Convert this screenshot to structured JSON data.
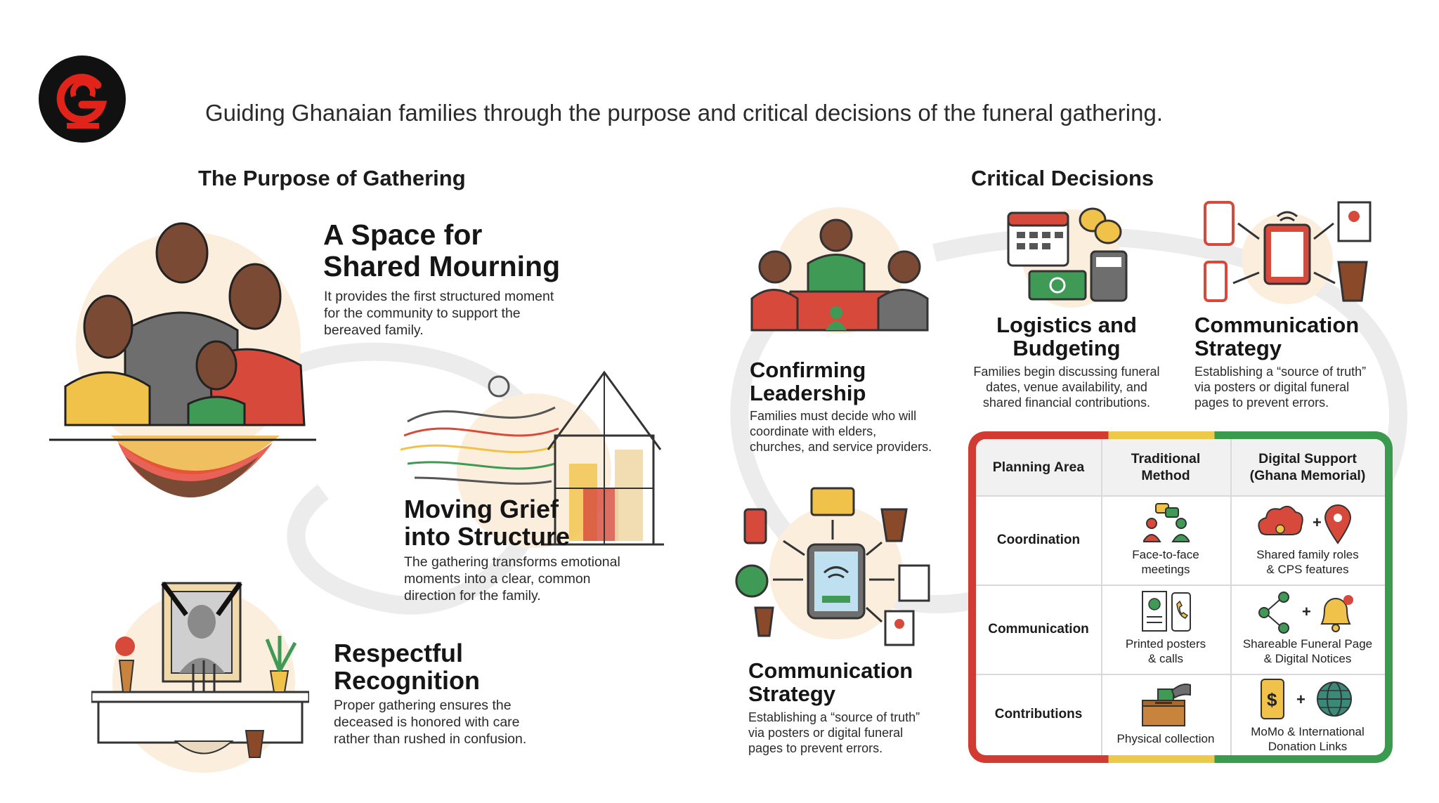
{
  "header": {
    "subtitle": "Guiding Ghanaian families through the purpose and critical decisions of the funeral gathering.",
    "logo_icon": "ghana-memorial-logo-icon"
  },
  "purpose": {
    "section_title": "The Purpose of Gathering",
    "items": [
      {
        "title_line1": "A Space for",
        "title_line2": "Shared Mourning",
        "desc_lines": [
          "It provides the first structured moment",
          "for the community to support the",
          "bereaved family."
        ],
        "icon": "family-embrace-icon"
      },
      {
        "title_line1": "Moving Grief",
        "title_line2": "into Structure",
        "desc_lines": [
          "The gathering transforms emotional",
          "moments into a clear, common",
          "direction for the family."
        ],
        "icon": "wind-to-house-icon"
      },
      {
        "title_line1": "Respectful",
        "title_line2": "Recognition",
        "desc_lines": [
          "Proper gathering ensures the",
          "deceased is honored with care",
          "rather than rushed in confusion."
        ],
        "icon": "memorial-altar-icon"
      }
    ]
  },
  "decisions": {
    "section_title": "Critical Decisions",
    "items": [
      {
        "title_line1": "Confirming",
        "title_line2": "Leadership",
        "desc_lines": [
          "Families must decide who will",
          "coordinate with elders,",
          "churches, and service providers."
        ],
        "icon": "family-meeting-icon"
      },
      {
        "title_line1": "Logistics and",
        "title_line2": "Budgeting",
        "desc_lines": [
          "Families begin discussing funeral",
          "dates, venue availability, and",
          "shared financial contributions."
        ],
        "icon": "calendar-money-icon"
      },
      {
        "title_line1": "Communication",
        "title_line2": "Strategy",
        "desc_lines": [
          "Establishing a “source of truth”",
          "via posters or digital funeral",
          "pages to prevent errors."
        ],
        "icon": "device-network-icon"
      },
      {
        "title_line1": "Communication",
        "title_line2": "Strategy",
        "desc_lines": [
          "Establishing a “source of truth”",
          "via posters or digital funeral",
          "pages to prevent errors."
        ],
        "icon": "tablet-broadcast-icon"
      }
    ]
  },
  "table": {
    "headers": [
      "Planning Area",
      "Traditional Method",
      "Digital Support (Ghana Memorial)"
    ],
    "header_lines": [
      [
        "Planning Area"
      ],
      [
        "Traditional",
        "Method"
      ],
      [
        "Digital Support",
        "(Ghana Memorial)"
      ]
    ],
    "rows": [
      {
        "area": "Coordination",
        "traditional_lines": [
          "Face-to-face",
          "meetings"
        ],
        "digital_lines": [
          "Shared family roles",
          "& CPS features"
        ],
        "traditional_icon": "people-chat-icon",
        "digital_icon": "cloud-location-icon"
      },
      {
        "area": "Communication",
        "traditional_lines": [
          "Printed posters",
          "& calls"
        ],
        "digital_lines": [
          "Shareable Funeral Page",
          "& Digital Notices"
        ],
        "traditional_icon": "poster-phone-icon",
        "digital_icon": "share-bell-icon"
      },
      {
        "area": "Contributions",
        "traditional_lines": [
          "Physical collection"
        ],
        "digital_lines": [
          "MoMo & International",
          "Donation Links"
        ],
        "traditional_icon": "donation-box-icon",
        "digital_icon": "mobile-money-globe-icon"
      }
    ],
    "plus_sign": "+",
    "colors": {
      "red": "#d23b32",
      "yellow": "#ecc94b",
      "green": "#3a9a4e"
    }
  },
  "colors": {
    "skin": "#7a4a34",
    "red": "#d6493b",
    "green": "#3f9a55",
    "yellow": "#f1c24a",
    "gray": "#6e6e6e",
    "glow": "#fbeedd"
  }
}
